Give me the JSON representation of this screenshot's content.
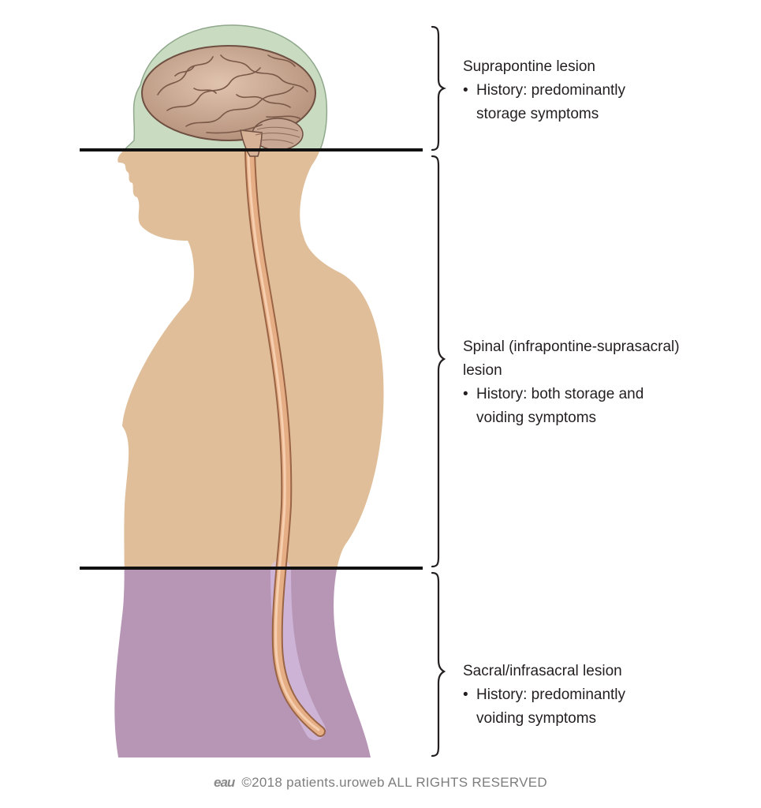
{
  "regions": {
    "supra": {
      "title": "Suprapontine lesion",
      "bullet_lines": [
        "History: predominantly",
        "storage symptoms"
      ]
    },
    "spinal": {
      "title_lines": [
        "Spinal (infrapontine-suprasacral)",
        "lesion"
      ],
      "bullet_lines": [
        "History: both storage and",
        "voiding symptoms"
      ]
    },
    "sacral": {
      "title": "Sacral/infrasacral lesion",
      "bullet_lines": [
        "History: predominantly",
        "voiding symptoms"
      ]
    }
  },
  "footer": {
    "logo": "eau",
    "text": "©2018 patients.uroweb ALL RIGHTS RESERVED"
  },
  "colors": {
    "head_zone": "#c9dcc2",
    "torso_zone": "#dfbe99",
    "pelvis_zone": "#b796b5",
    "spinal_cord": "#e6ae84",
    "brain": "#c9a890",
    "divider": "#111111"
  }
}
